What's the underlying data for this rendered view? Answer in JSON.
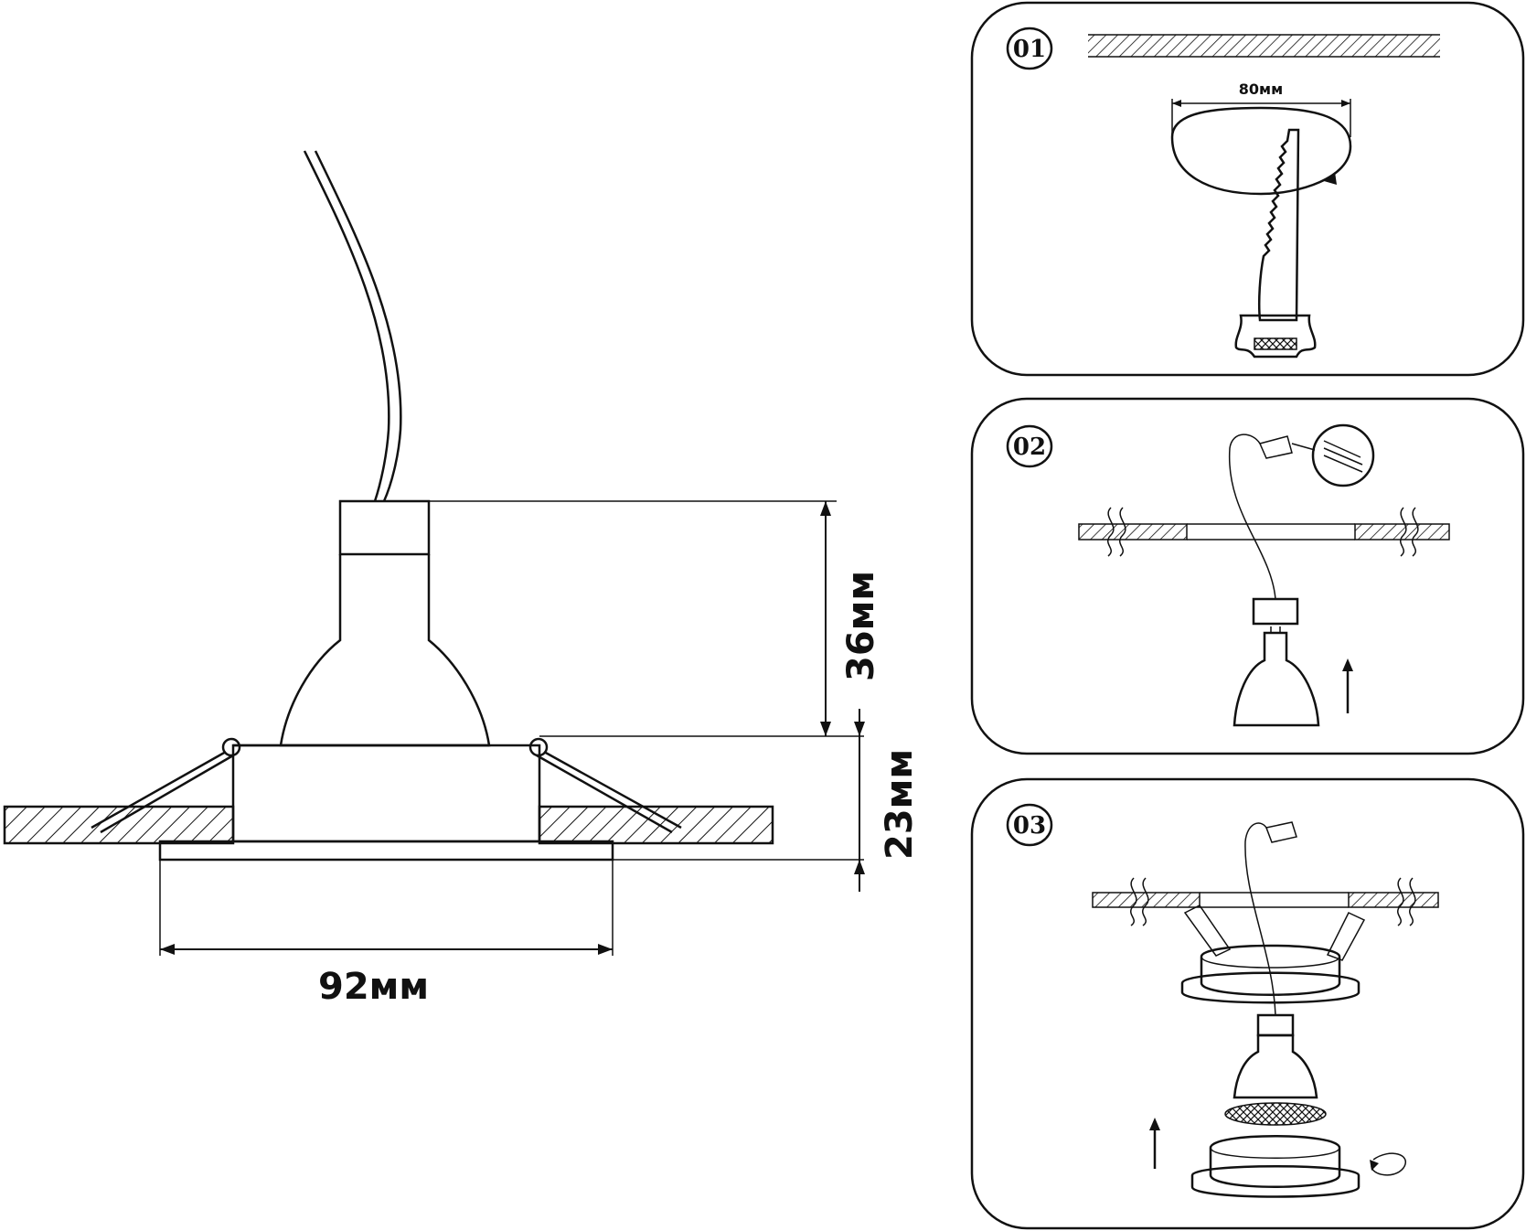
{
  "main_diagram": {
    "height_top_label": "36мм",
    "height_bottom_label": "23мм",
    "width_label": "92мм"
  },
  "steps": [
    {
      "number": "01",
      "dimension_label": "80мм"
    },
    {
      "number": "02"
    },
    {
      "number": "03"
    }
  ]
}
